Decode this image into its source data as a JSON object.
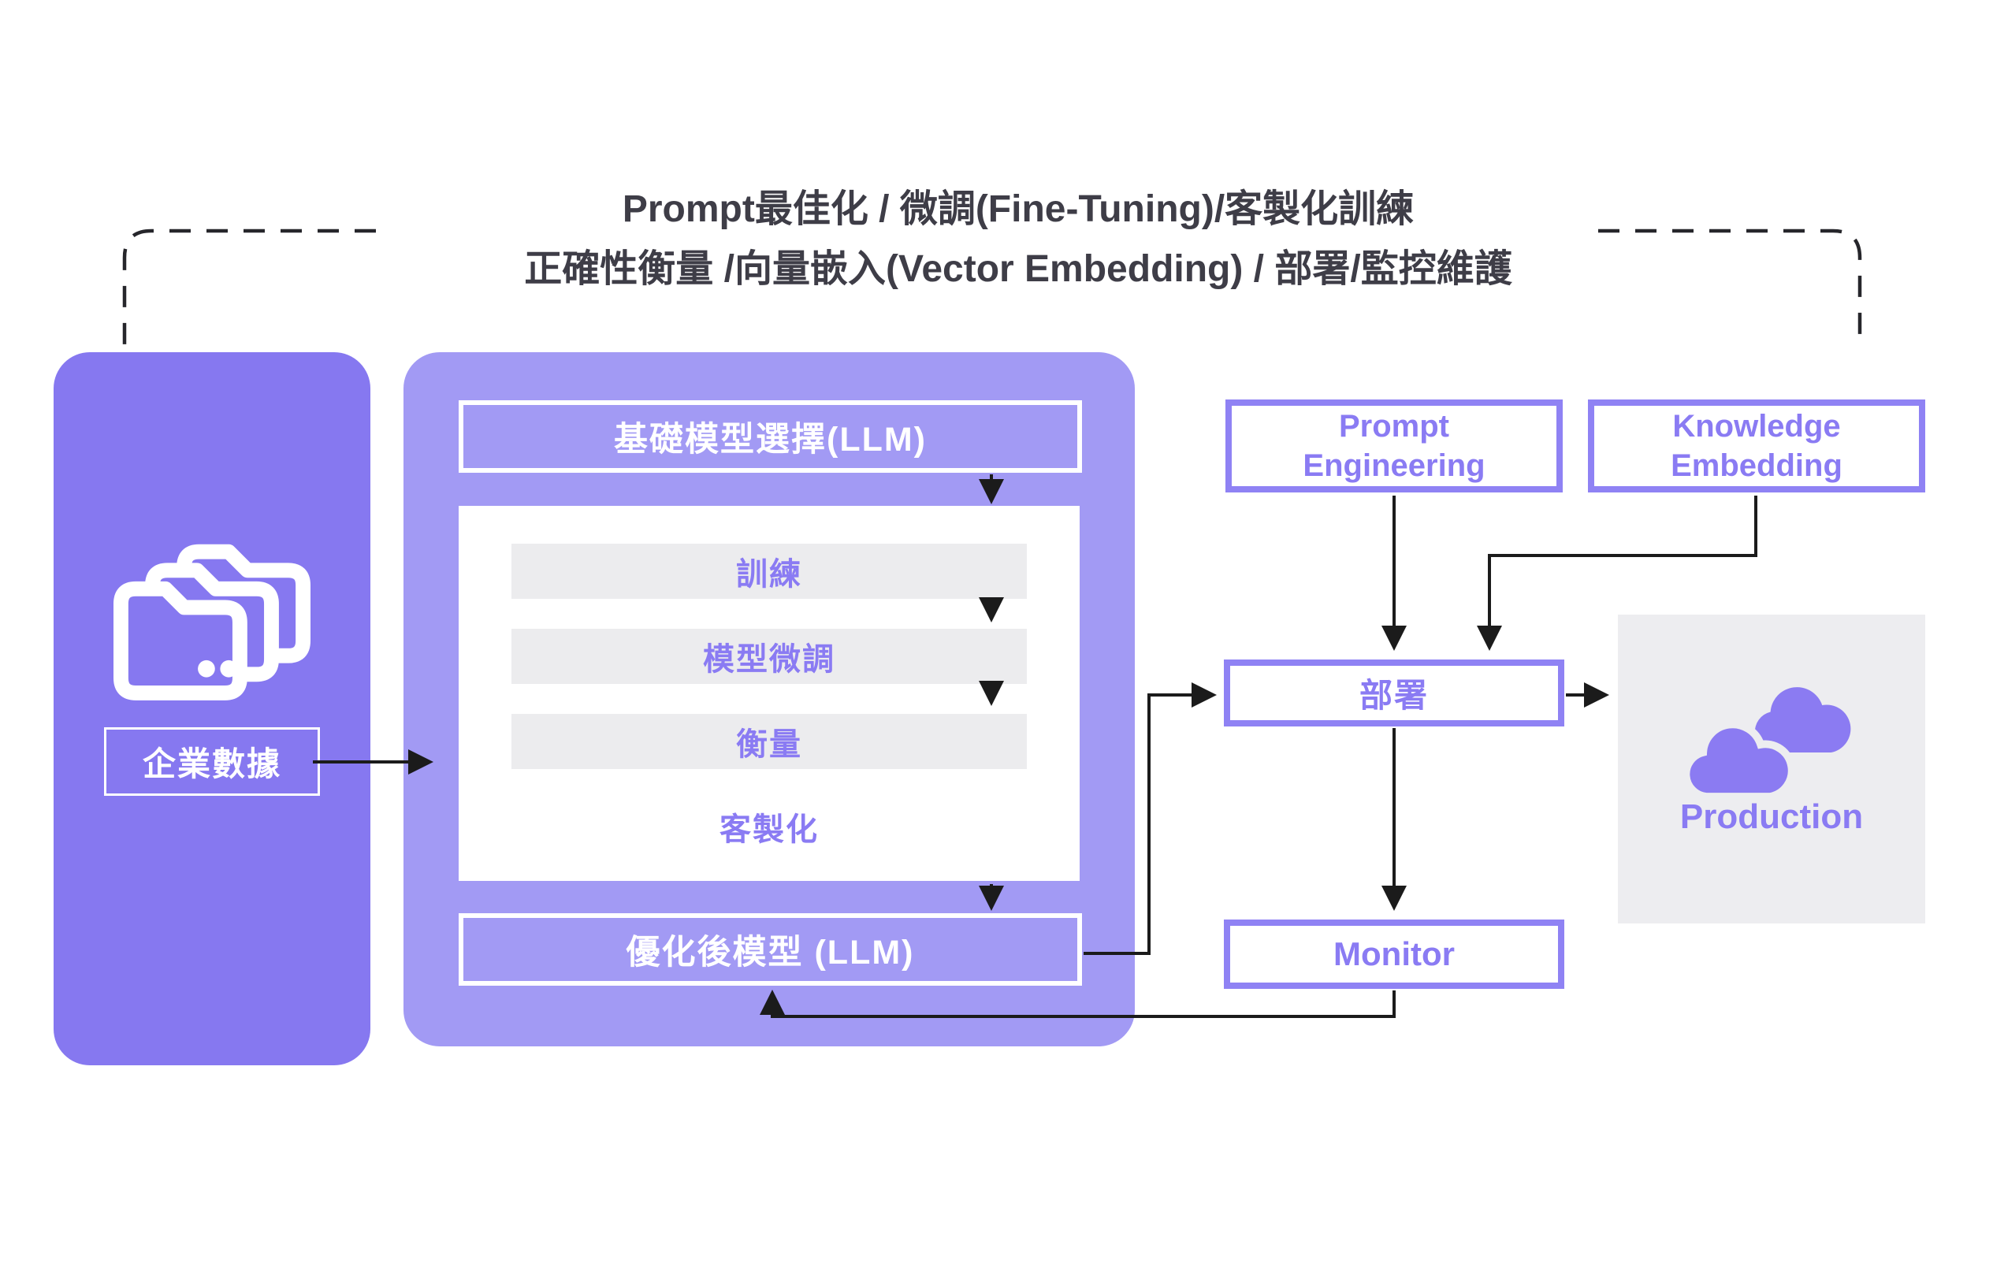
{
  "title": {
    "line1": "Prompt最佳化 / 微調(Fine-Tuning)/客製化訓練",
    "line2": "正確性衡量 /向量嵌入(Vector Embedding) / 部署/監控維護"
  },
  "enterprise": {
    "label": "企業數據",
    "icon": "folders-icon"
  },
  "pipeline": {
    "base_model": "基礎模型選擇(LLM)",
    "steps": [
      "訓練",
      "模型微調",
      "衡量",
      "客製化"
    ],
    "optimized_model": "優化後模型 (LLM)"
  },
  "right_column": {
    "prompt_engineering": "Prompt\nEngineering",
    "knowledge_embedding": "Knowledge\nEmbedding",
    "deploy": "部署",
    "monitor": "Monitor"
  },
  "production": {
    "label": "Production",
    "icon": "clouds-icon"
  },
  "colors": {
    "enterprise_box": "#8678F0",
    "pipeline_box": "#A29AF4",
    "box_border": "#8F82F4",
    "purple_text": "#8A7BF3",
    "step_bar": "#ECECEE",
    "production_panel": "#EDEDF0",
    "title_text": "#3E3D47",
    "arrow": "#1B1B1B"
  }
}
